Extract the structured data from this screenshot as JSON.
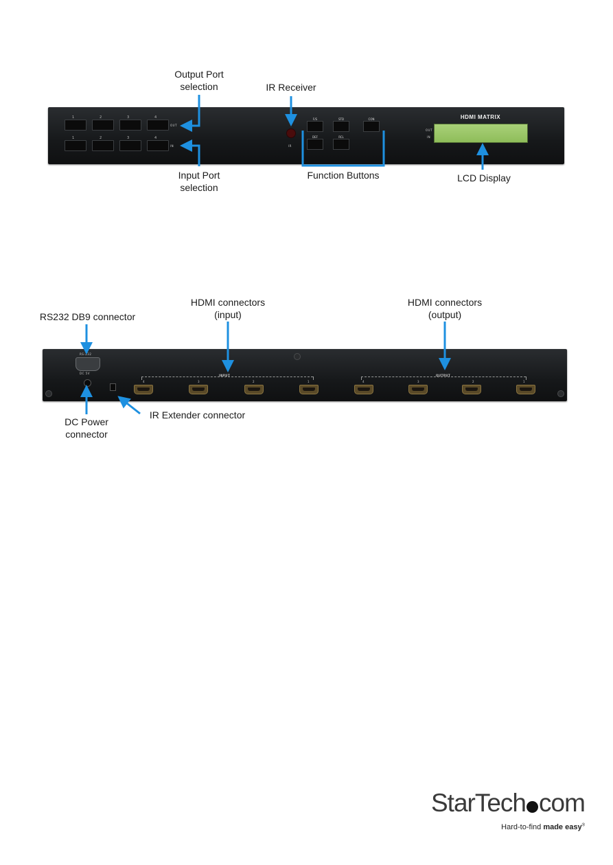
{
  "front_labels": {
    "output_port": [
      "Output Port",
      "selection"
    ],
    "ir_receiver": "IR Receiver",
    "input_port": [
      "Input Port",
      "selection"
    ],
    "function_buttons": "Function Buttons",
    "lcd_display": "LCD Display"
  },
  "front_panel": {
    "lcd_title": "HDMI MATRIX",
    "output_buttons": [
      "1",
      "2",
      "3",
      "4"
    ],
    "input_buttons": [
      "1",
      "2",
      "3",
      "4"
    ],
    "output_tag": "OUT",
    "input_tag": "IN",
    "function_buttons": [
      "F/S",
      "STD",
      "CON",
      "DEF",
      "RCL"
    ],
    "lcd_side_labels": [
      "OUT",
      "IN"
    ],
    "ir_label": "IR"
  },
  "rear_labels": {
    "rs232": "RS232 DB9 connector",
    "hdmi_input": [
      "HDMI connectors",
      "(input)"
    ],
    "hdmi_output": [
      "HDMI connectors",
      "(output)"
    ],
    "dc_power": [
      "DC Power",
      "connector"
    ],
    "ir_extender": "IR Extender connector"
  },
  "rear_panel": {
    "input_group": "INPUT",
    "output_group": "OUTPUT",
    "rs232_tag": "RS-232",
    "dc_tag": "DC 5V",
    "input_numbers": [
      "4",
      "3",
      "2",
      "1"
    ],
    "output_numbers": [
      "4",
      "3",
      "2",
      "1"
    ]
  },
  "brand": {
    "logo_text": "StarTech",
    "logo_suffix": "com",
    "tagline_light": "Hard-to-find ",
    "tagline_bold": "made easy",
    "trademark": "®"
  },
  "colors": {
    "arrow": "#1e90e0",
    "panel": "#16181a",
    "lcd": "#9ec866"
  }
}
